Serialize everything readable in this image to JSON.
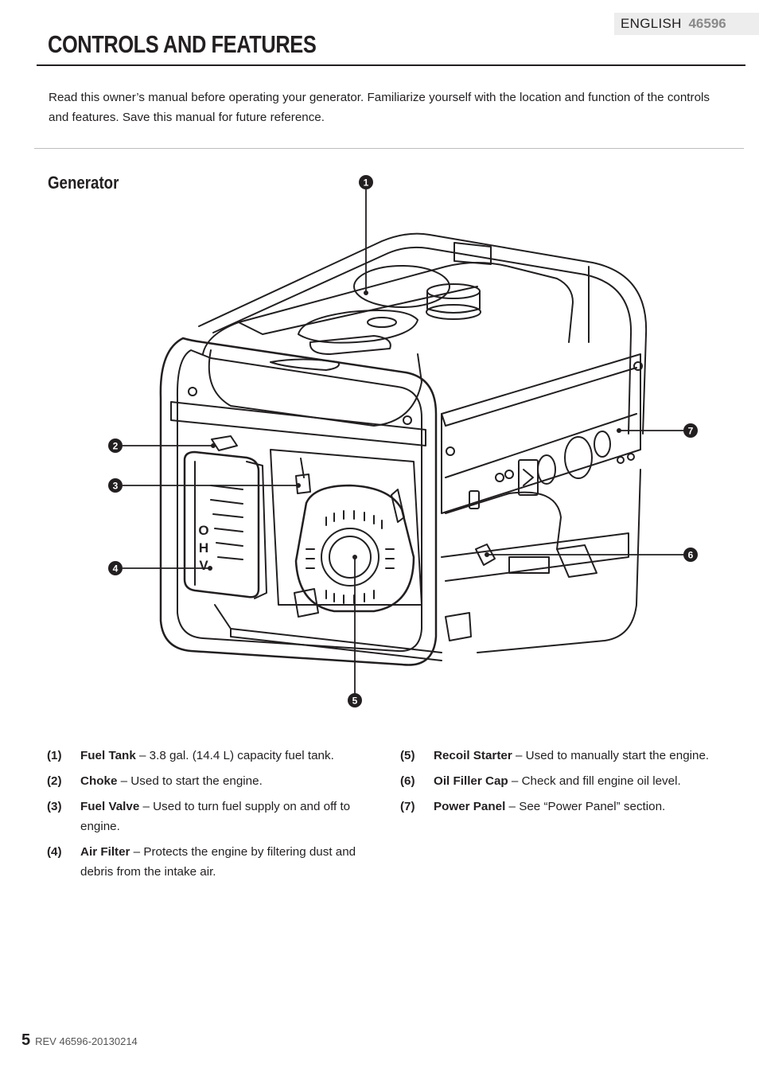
{
  "header": {
    "language": "ENGLISH",
    "model": "46596"
  },
  "title": "CONTROLS AND FEATURES",
  "intro": "Read this owner’s manual before operating your generator. Familiarize yourself with the location and function of the controls and features. Save this manual for future reference.",
  "section_title": "Generator",
  "callouts": [
    "1",
    "2",
    "3",
    "4",
    "5",
    "6",
    "7"
  ],
  "engine_label": "OHV",
  "features": [
    {
      "num": "(1)",
      "name": "Fuel Tank",
      "desc": " – 3.8 gal. (14.4 L) capacity fuel tank."
    },
    {
      "num": "(2)",
      "name": "Choke",
      "desc": " – Used to start the engine."
    },
    {
      "num": "(3)",
      "name": "Fuel Valve",
      "desc": " – Used to turn fuel supply on and off to engine."
    },
    {
      "num": "(4)",
      "name": "Air Filter",
      "desc": " – Protects the engine by filtering dust and debris from the intake air."
    },
    {
      "num": "(5)",
      "name": "Recoil Starter",
      "desc": " – Used to manually start the engine."
    },
    {
      "num": "(6)",
      "name": "Oil Filler Cap",
      "desc": " – Check and fill engine oil level."
    },
    {
      "num": "(7)",
      "name": "Power Panel",
      "desc": " – See “Power Panel” section."
    }
  ],
  "footer": {
    "page": "5",
    "rev": "REV 46596-20130214"
  }
}
